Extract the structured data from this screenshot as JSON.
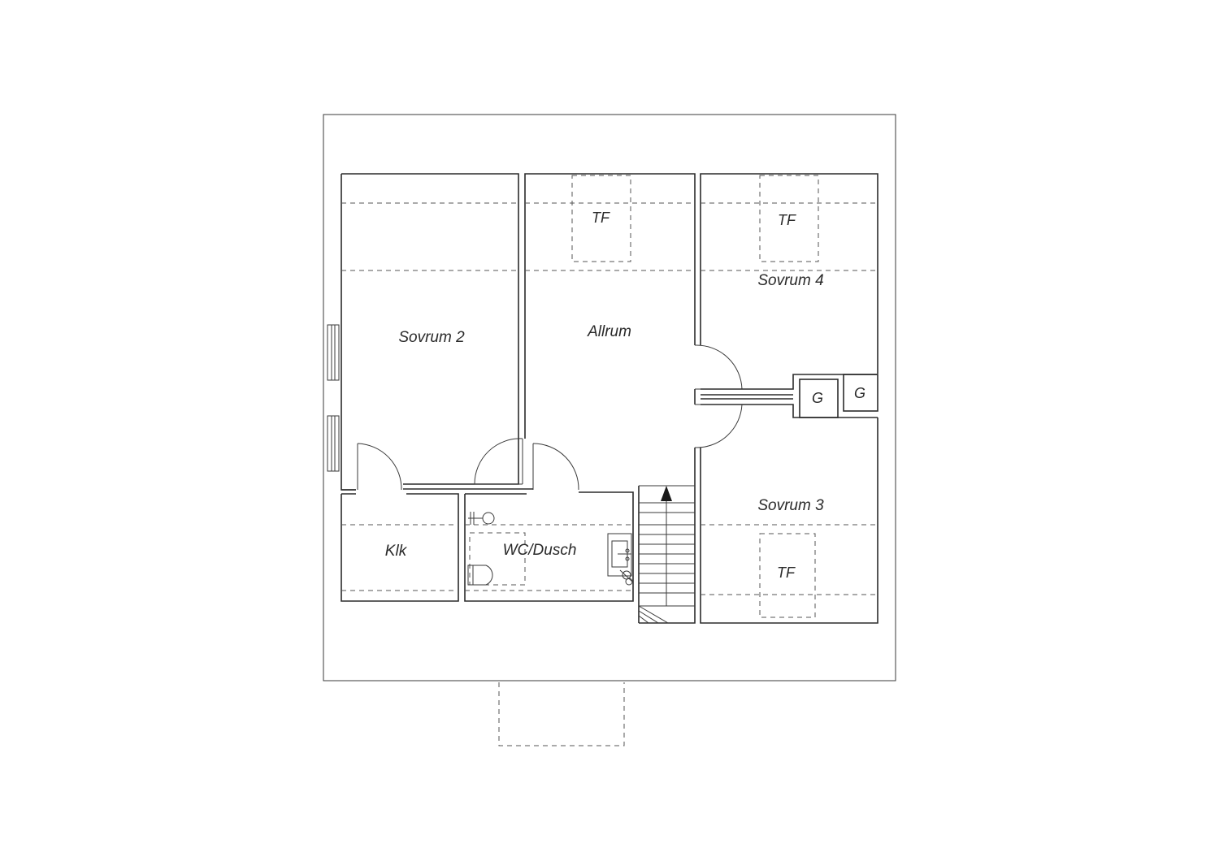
{
  "rooms": {
    "sovrum2": "Sovrum 2",
    "allrum": "Allrum",
    "sovrum4": "Sovrum 4",
    "sovrum3": "Sovrum 3",
    "klk": "Klk",
    "wc": "WC/Dusch"
  },
  "markers": {
    "tf_allrum": "TF",
    "tf_sovrum4": "TF",
    "tf_sovrum3": "TF",
    "g_left": "G",
    "g_right": "G"
  },
  "colors": {
    "line": "#2b2b2b",
    "background": "#ffffff"
  }
}
